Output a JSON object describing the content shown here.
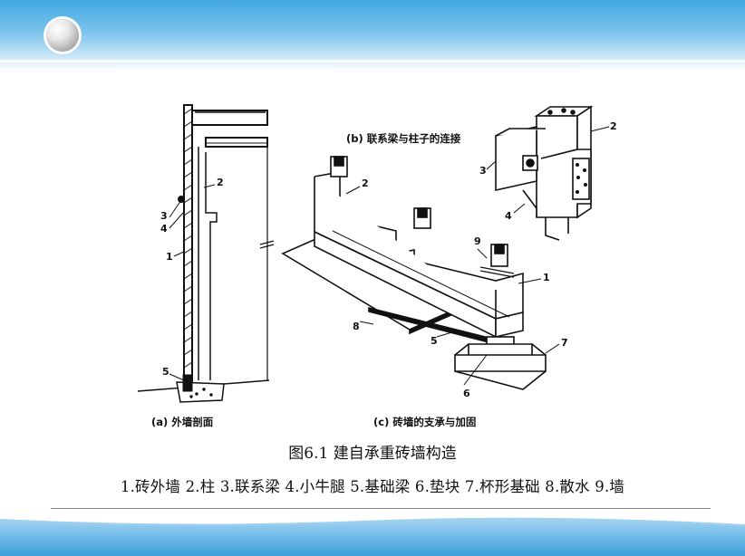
{
  "figure": {
    "caption_a": "(a) 外墙剖面",
    "caption_b": "(b) 联系梁与柱子的连接",
    "caption_c": "(c) 砖墙的支承与加固",
    "labels": {
      "n1": "1",
      "n2": "2",
      "n3": "3",
      "n4": "4",
      "n5": "5",
      "n6": "6",
      "n7": "7",
      "n8": "8",
      "n9": "9"
    }
  },
  "title": "图6.1  建自承重砖墙构造",
  "legend": "1.砖外墙  2.柱  3.联系梁  4.小牛腿 5.基础梁  6.垫块  7.杯形基础  8.散水  9.墙",
  "colors": {
    "header_blue": "#41a8e0",
    "ink": "#111111"
  }
}
